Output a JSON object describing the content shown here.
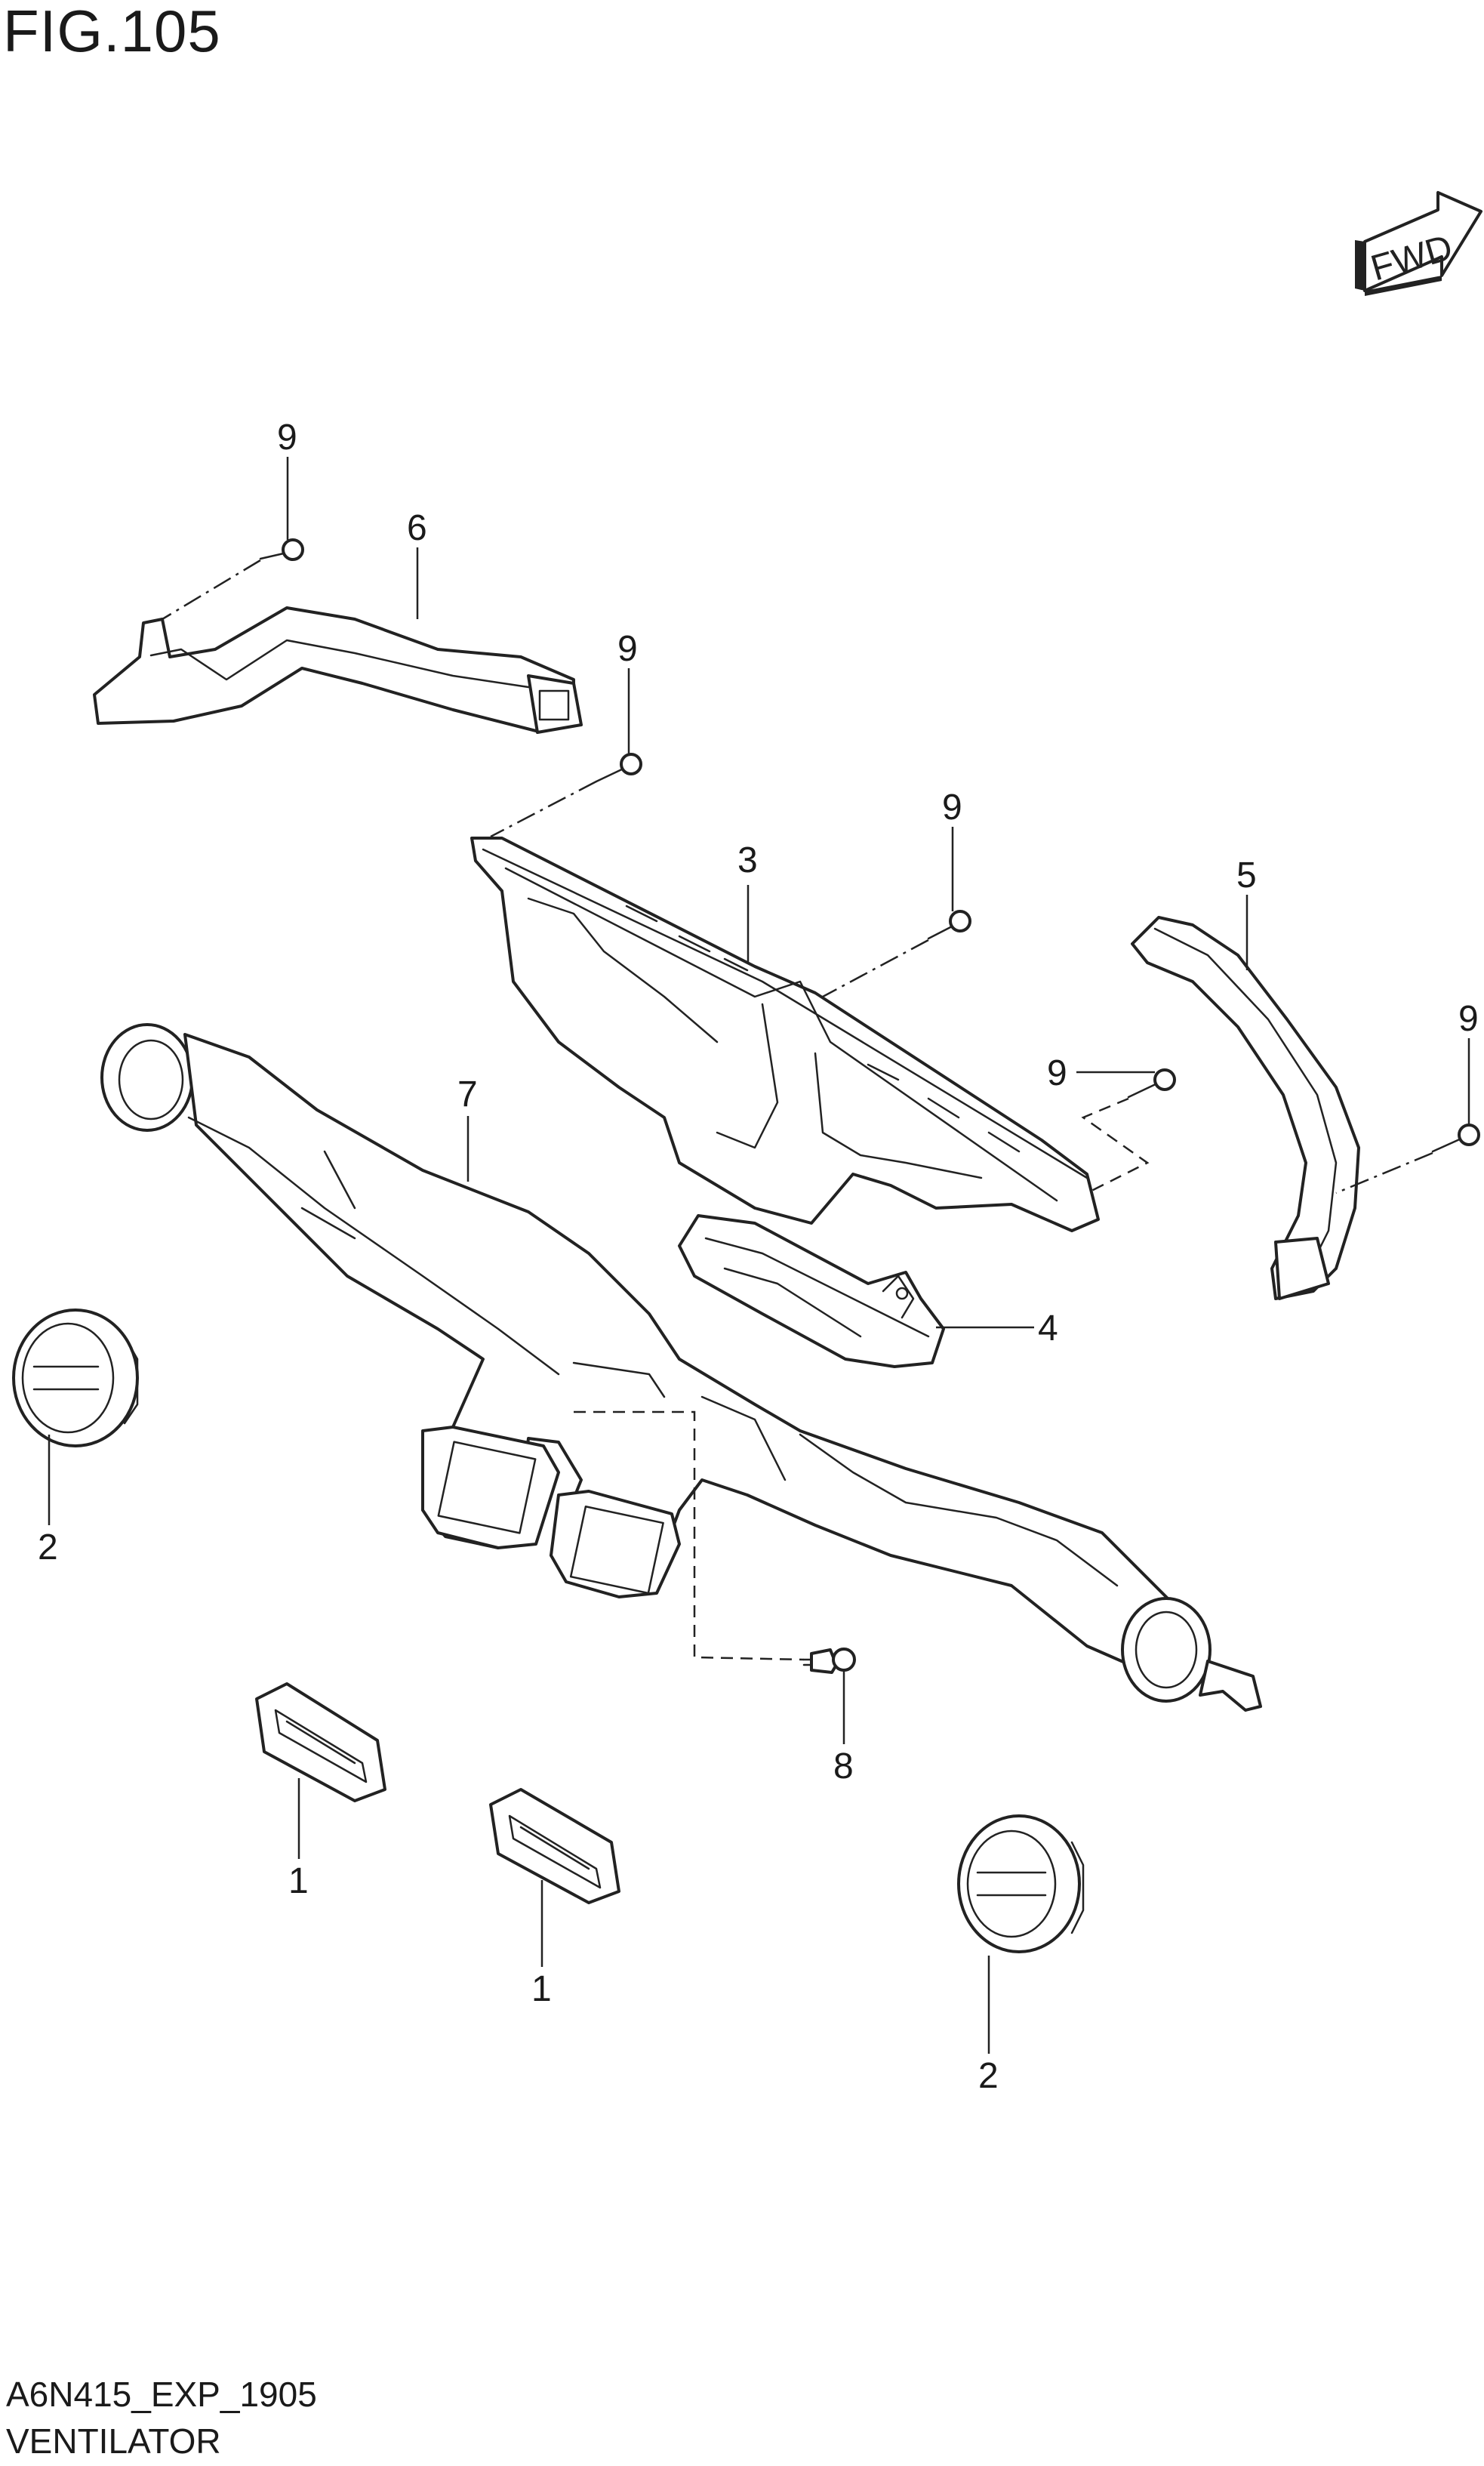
{
  "figure": {
    "title": "FIG.105",
    "code": "A6N415_EXP_1905",
    "name": "VENTILATOR"
  },
  "badge": {
    "label": "FWD"
  },
  "callouts": {
    "c1a": "1",
    "c1b": "1",
    "c2a": "2",
    "c2b": "2",
    "c3": "3",
    "c4": "4",
    "c5": "5",
    "c6": "6",
    "c7": "7",
    "c8": "8",
    "c9a": "9",
    "c9b": "9",
    "c9c": "9",
    "c9d": "9",
    "c9e": "9"
  }
}
